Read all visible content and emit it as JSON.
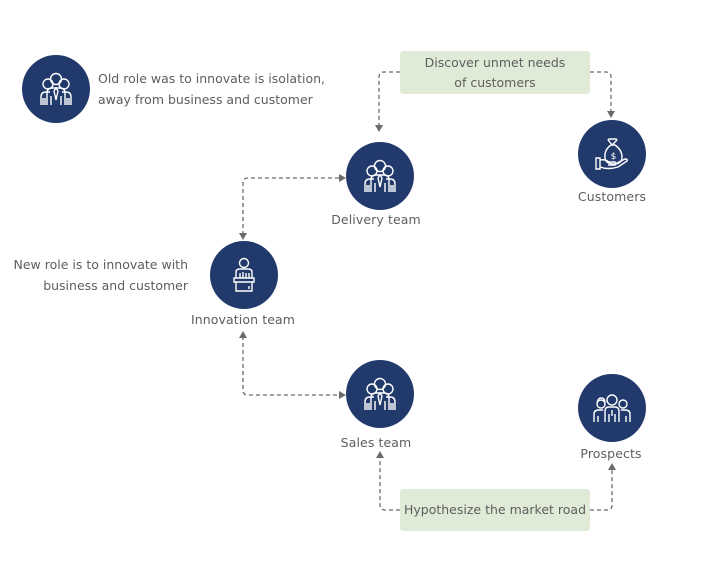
{
  "legend": {
    "old_role_line1": "Old role was to innovate is isolation,",
    "old_role_line2": "away from business and customer",
    "new_role_line1": "New role is to innovate with",
    "new_role_line2": "business and customer"
  },
  "nodes": {
    "legend_group": {
      "icon": "team-icon"
    },
    "delivery": {
      "label": "Delivery team",
      "icon": "team-icon"
    },
    "customers": {
      "label": "Customers",
      "icon": "money-bag-hand-icon"
    },
    "innovation": {
      "label": "Innovation team",
      "icon": "presenter-podium-icon"
    },
    "sales": {
      "label": "Sales team",
      "icon": "team-icon"
    },
    "prospects": {
      "label": "Prospects",
      "icon": "people-group-icon"
    }
  },
  "boxes": {
    "discover_line1": "Discover unmet needs",
    "discover_line2": "of customers",
    "hypothesize": "Hypothesize the market road"
  },
  "colors": {
    "node_fill": "#223a6b",
    "box_fill": "#dfebd6",
    "text": "#5e5e5e",
    "connector": "#6b6b6b"
  }
}
